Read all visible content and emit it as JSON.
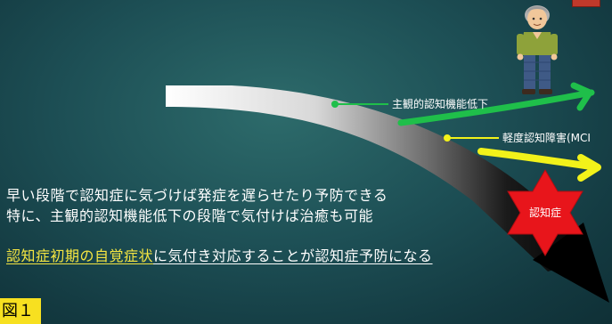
{
  "diagram": {
    "label_subjective": "主観的認知機能低下",
    "label_mci": "軽度認知障害(MCI",
    "label_dementia": "認知症"
  },
  "text": {
    "line1": "早い段階で認知症に気づけば発症を遅らせたり予防できる",
    "line2": "特に、主観的認知機能低下の段階で気付けば治癒も可能",
    "line3_highlight": "認知症初期の自覚症状",
    "line3_rest": "に気付き対応することが認知症予防になる"
  },
  "figure_label": "図１",
  "colors": {
    "background": "#1d4f55",
    "green_arrow": "#1fbf4a",
    "yellow_arrow": "#f2f21a",
    "star": "#e8151b",
    "highlight_text": "#f5e642",
    "figure_label_bg": "#f7e020"
  },
  "icons": {
    "elderly_person": "elderly-man-illustration",
    "dementia_star": "six-point-star"
  }
}
